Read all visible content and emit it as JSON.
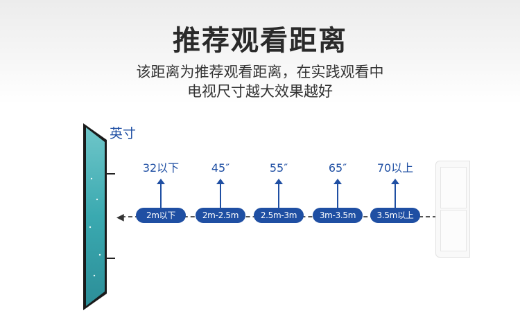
{
  "header": {
    "title": "推荐观看距离",
    "subtitle_line1": "该距离为推荐观看距离，在实践观看中",
    "subtitle_line2": "电视尺寸越大效果越好"
  },
  "unit_label": "英寸",
  "colors": {
    "accent": "#1f4fa3",
    "screen": "#3aa9b0",
    "text": "#2a2a2a"
  },
  "recommendations": [
    {
      "size": "32以下",
      "distance": "2m以下"
    },
    {
      "size": "45″",
      "distance": "2m-2.5m"
    },
    {
      "size": "55″",
      "distance": "2.5m-3m"
    },
    {
      "size": "65″",
      "distance": "3m-3.5m"
    },
    {
      "size": "70以上",
      "distance": "3.5m以上"
    }
  ]
}
